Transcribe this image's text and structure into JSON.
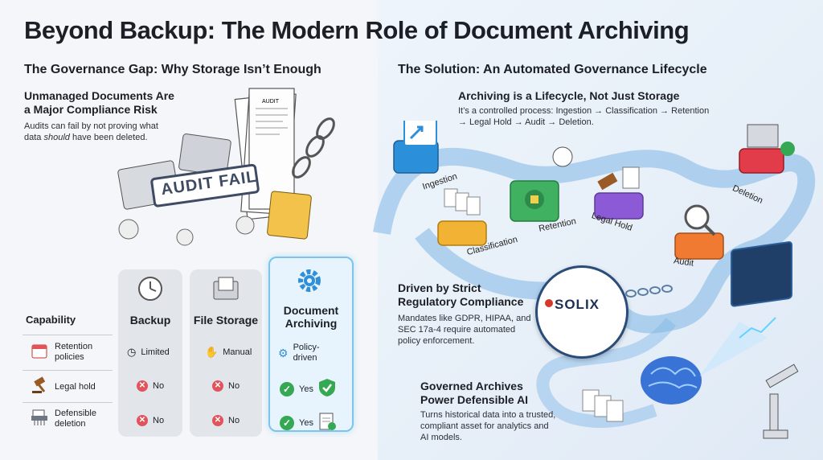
{
  "title": "Beyond Backup: The Modern Role of Document Archiving",
  "left": {
    "section_title": "The Governance Gap: Why Storage Isn’t Enough",
    "risk_heading_line1": "Unmanaged Documents Are",
    "risk_heading_line2": "a Major Compliance Risk",
    "risk_text_line1": "Audits can fail by not proving what",
    "risk_text_line2_a": "data ",
    "risk_text_line2_em": "should",
    "risk_text_line2_b": " have been deleted.",
    "stamp": "AUDIT FAIL",
    "paper_label": "AUDIT"
  },
  "table": {
    "capability_header": "Capability",
    "columns": [
      "Backup",
      "File Storage",
      "Document Archiving"
    ],
    "rows": [
      {
        "capability_line1": "Retention",
        "capability_line2": "policies",
        "backup": "Limited",
        "file_storage": "Manual",
        "archiving_line1": "Policy-",
        "archiving_line2": "driven"
      },
      {
        "capability_line1": "Legal hold",
        "capability_line2": "",
        "backup": "No",
        "file_storage": "No",
        "archiving_line1": "Yes",
        "archiving_line2": ""
      },
      {
        "capability_line1": "Defensible",
        "capability_line2": "deletion",
        "backup": "No",
        "file_storage": "No",
        "archiving_line1": "Yes",
        "archiving_line2": ""
      }
    ]
  },
  "right": {
    "section_title": "The Solution: An Automated Governance Lifecycle",
    "lifecycle_heading": "Archiving is a Lifecycle, Not Just Storage",
    "lifecycle_text_line1": "It’s a controlled process: Ingestion → Classification → Retention",
    "lifecycle_text_line2": "→ Legal Hold → Audit → Deletion.",
    "stages": [
      "Ingestion",
      "Classification",
      "Retention",
      "Legal Hold",
      "Audit",
      "Deletion"
    ],
    "compliance_heading_line1": "Driven by Strict",
    "compliance_heading_line2": "Regulatory Compliance",
    "compliance_text_line1": "Mandates like GDPR, HIPAA, and",
    "compliance_text_line2": "SEC 17a-4 require automated",
    "compliance_text_line3": "policy enforcement.",
    "logo_text": "SOLIX",
    "ai_heading_line1": "Governed Archives",
    "ai_heading_line2": "Power Defensible AI",
    "ai_text_line1": "Turns historical data into a trusted,",
    "ai_text_line2": "compliant asset for analytics and",
    "ai_text_line3": "AI models."
  },
  "colors": {
    "accent_blue": "#2f8fd8",
    "ingestion": "#2b90d9",
    "classification": "#f2b233",
    "retention": "#3fb160",
    "legal_hold": "#8c5ad6",
    "audit": "#f07a32",
    "deletion": "#e23c4a",
    "no": "#e2545b",
    "yes": "#35a853"
  },
  "icons": [
    "hourglass-clock-icon",
    "folder-file-icon",
    "gear-icon",
    "calendar-icon",
    "gavel-icon",
    "shredder-icon",
    "no-x-icon",
    "yes-check-icon",
    "shield-check-icon",
    "hand-icon",
    "lock-safe-icon",
    "magnifier-icon",
    "brain-icon",
    "robot-arm-icon",
    "dashboard-icon"
  ]
}
